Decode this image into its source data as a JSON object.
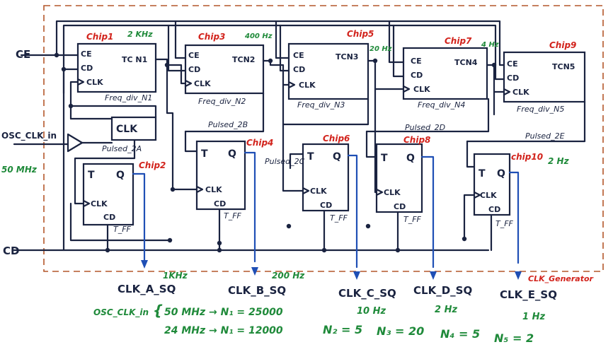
{
  "chips": {
    "c1": "Chip1",
    "c2": "Chip2",
    "c3": "Chip3",
    "c4": "Chip4",
    "c5": "Chip5",
    "c6": "Chip6",
    "c7": "Chip7",
    "c8": "Chip8",
    "c9": "Chip9",
    "c10": "chip10"
  },
  "blocks": {
    "freq1": "Freq_div_N1",
    "freq2": "Freq_div_N2",
    "freq3": "Freq_div_N3",
    "freq4": "Freq_div_N4",
    "freq5": "Freq_div_N5",
    "p2a": "Pulsed_2A",
    "p2b": "Pulsed_2B",
    "p2c": "Pulsed_2C",
    "p2d": "Pulsed_2D",
    "p2e": "Pulsed_2E",
    "tff": "T_FF"
  },
  "pins": {
    "ce": "CE",
    "cd": "CD",
    "clk": "CLK",
    "t": "T",
    "q": "Q",
    "tcn1": "TC N1",
    "tcn2": "TCN2",
    "tcn3": "TCN3",
    "tcn4": "TCN4",
    "tcn5": "TCN5"
  },
  "io": {
    "ce": "CE",
    "osc": "OSC_CLK_in",
    "cd": "CD",
    "clka": "CLK_A_SQ",
    "clkb": "CLK_B_SQ",
    "clkc": "CLK_C_SQ",
    "clkd": "CLK_D_SQ",
    "clke": "CLK_E_SQ",
    "title": "CLK_Generator"
  },
  "freqs": {
    "osc": "50 MHz",
    "n1": "2 KHz",
    "n2": "400 Hz",
    "n3": "20 Hz",
    "n4": "4 Hz",
    "pe": "2 Hz",
    "a": "1KHz",
    "b": "200 Hz",
    "c": "10 Hz",
    "d": "2 Hz",
    "e": "1 Hz"
  },
  "notes": {
    "osc": "OSC_CLK_in",
    "eq1": "50 MHz → N₁ = 25000",
    "eq2": "24 MHz → N₁ = 12000",
    "n2": "N₂ = 5",
    "n3": "N₃ = 20",
    "n4": "N₄ = 5",
    "n5": "N₅ = 2"
  },
  "colors": {
    "wire": "#1a2340",
    "chip": "#d2231c",
    "note": "#1f8a3a",
    "output": "#1f4fb5",
    "frame": "#b4562a"
  }
}
